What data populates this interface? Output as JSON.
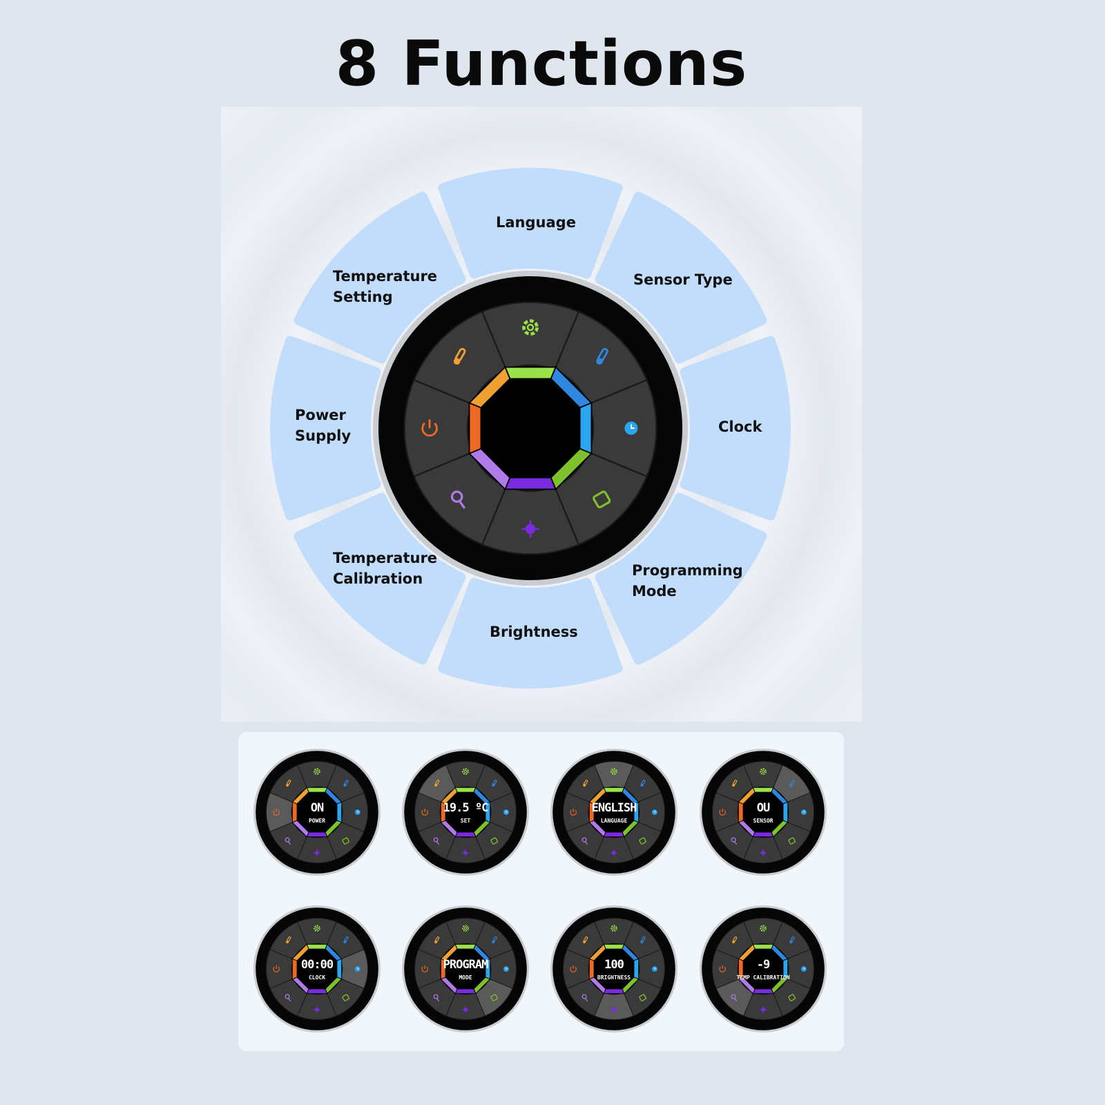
{
  "title": "8 Functions",
  "functions": [
    {
      "label": "Language",
      "icon": "gear-icon",
      "color": "#9be24a"
    },
    {
      "label": "Sensor Type",
      "icon": "sensor-icon",
      "color": "#2f86e0"
    },
    {
      "label": "Clock",
      "icon": "alarm-clock-icon",
      "color": "#2aa6ee"
    },
    {
      "label": "Programming Mode",
      "icon": "calendar-icon",
      "color": "#7fc12a"
    },
    {
      "label": "Brightness",
      "icon": "brightness-icon",
      "color": "#7a2be0"
    },
    {
      "label": "Temperature Calibration",
      "icon": "probe-icon",
      "color": "#b07ae8"
    },
    {
      "label": "Power Supply",
      "icon": "power-icon",
      "color": "#ee6a24"
    },
    {
      "label": "Temperature Setting",
      "icon": "thermometer-icon",
      "color": "#f0a030"
    }
  ],
  "labels": {
    "language": "Language",
    "sensor_type": "Sensor Type",
    "clock": "Clock",
    "programming_1": "Programming",
    "programming_2": "Mode",
    "brightness": "Brightness",
    "calibration_1": "Temperature",
    "calibration_2": "Calibration",
    "power_1": "Power",
    "power_2": "Supply",
    "setting_1": "Temperature",
    "setting_2": "Setting"
  },
  "screens": [
    {
      "value": "ON",
      "label": "POWER",
      "active": 6
    },
    {
      "value": "19.5 ºC",
      "label": "SET",
      "active": 7
    },
    {
      "value": "ENGLISH",
      "label": "LANGUAGE",
      "active": 0
    },
    {
      "value": "OU",
      "label": "SENSOR",
      "active": 1
    },
    {
      "value": "00:00",
      "label": "CLOCK",
      "active": 2
    },
    {
      "value": "PROGRAM",
      "label": "MODE",
      "active": 3
    },
    {
      "value": "100",
      "label": "BRIGHTNESS",
      "active": 4
    },
    {
      "value": "-9",
      "label": "TEMP CALIBRATION",
      "active": 5
    }
  ],
  "colors": {
    "petal": "#c2dcfb",
    "dial": "#060606",
    "ring": "#3a3a3a"
  }
}
